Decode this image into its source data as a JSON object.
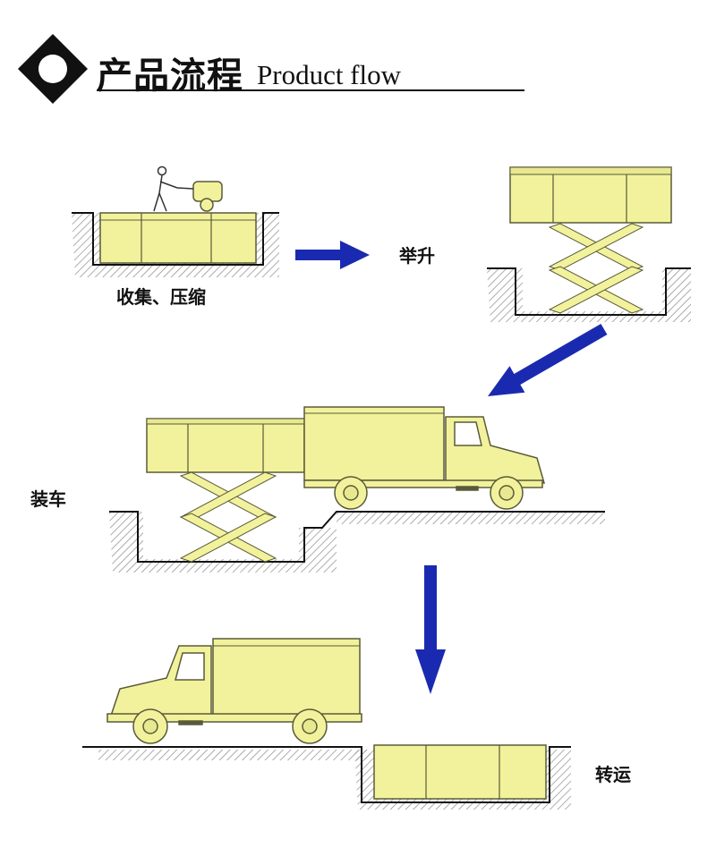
{
  "header": {
    "title_cn": "产品流程",
    "title_en": "Product flow",
    "logo_icon": "diamond-circle-icon"
  },
  "steps": [
    {
      "label": "收集、压缩"
    },
    {
      "label": "举升"
    },
    {
      "label": "装车"
    },
    {
      "label": "转运"
    }
  ],
  "colors": {
    "container": "#f2f29c",
    "container_stroke": "#5a5a3a",
    "arrow": "#1a2ab0",
    "ground": "#111111"
  }
}
